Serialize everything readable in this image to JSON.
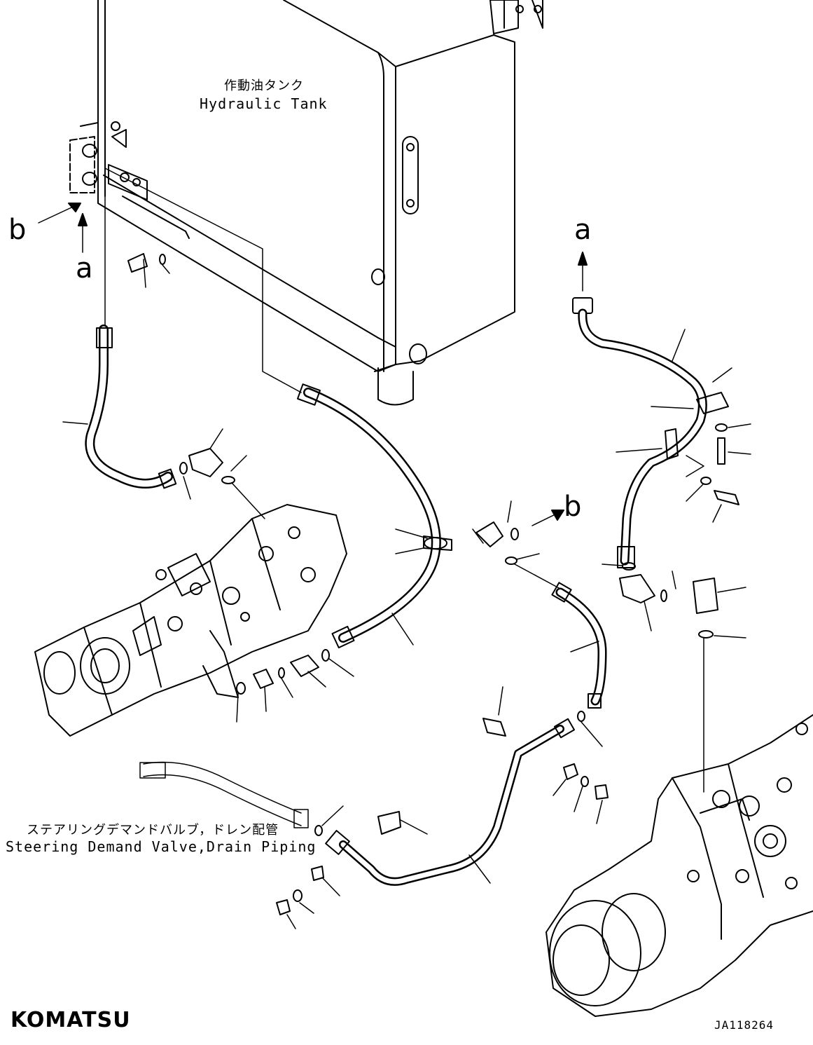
{
  "labels": {
    "tank_jp": "作動油タンク",
    "tank_en": "Hydraulic Tank",
    "steer_jp": "ステアリングデマンドバルブ，ドレン配管",
    "steer_en": "Steering Demand Valve,Drain Piping",
    "ref_a_left": "a",
    "ref_b_left": "b",
    "ref_a_right": "a",
    "ref_b_right": "b",
    "brand": "KOMATSU",
    "drawing_no": "JA118264"
  }
}
